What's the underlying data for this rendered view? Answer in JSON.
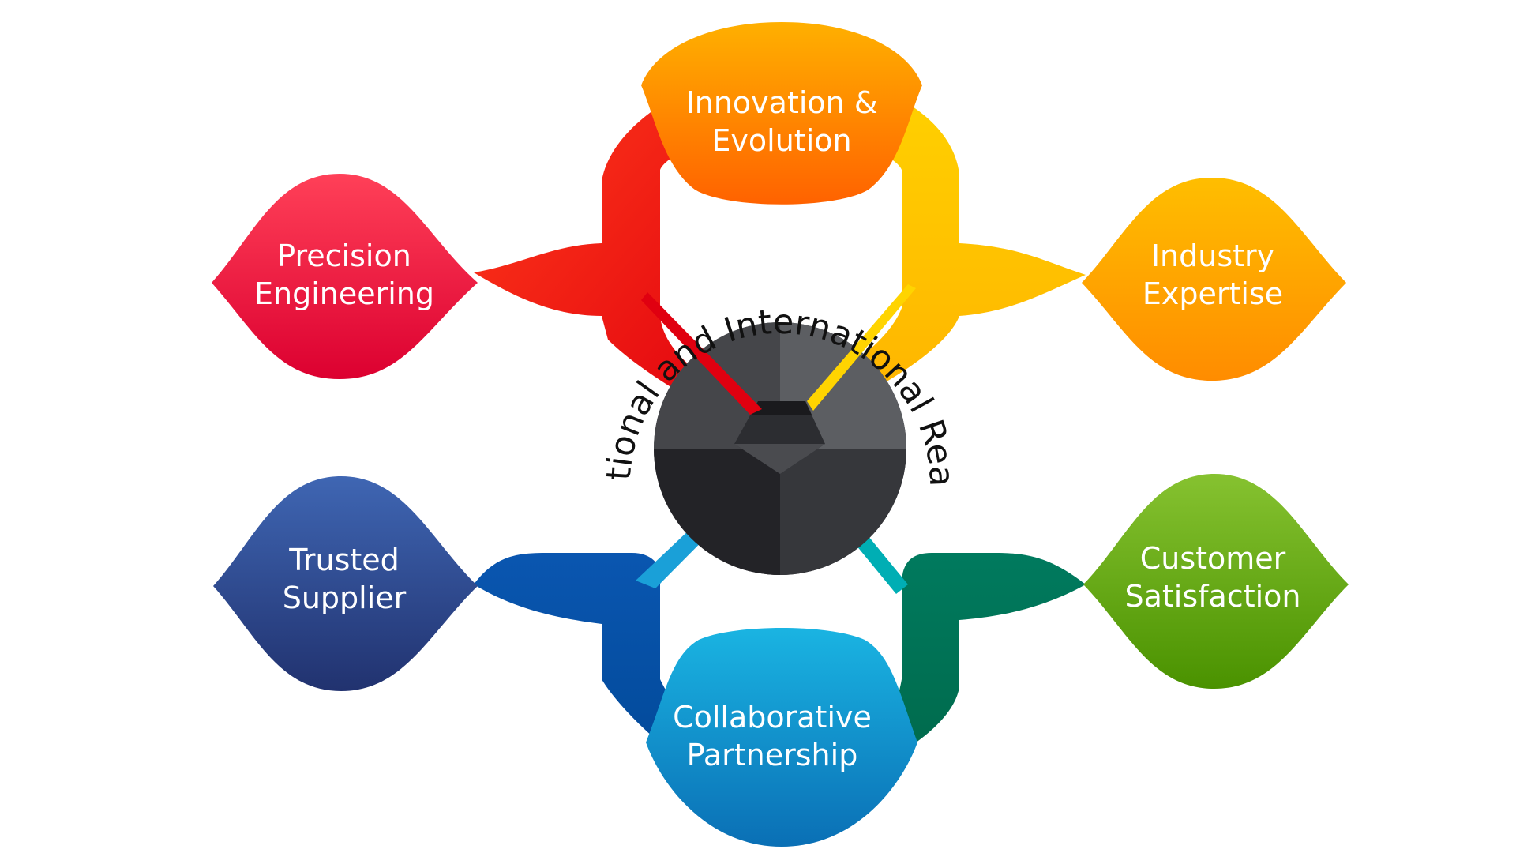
{
  "center": {
    "arc_text": "National and International Reach"
  },
  "nodes": [
    {
      "id": "precision",
      "lines": [
        "Precision",
        "Engineering"
      ],
      "color": "#e2143a",
      "light": "#ff4058"
    },
    {
      "id": "innovation",
      "lines": [
        "Innovation &",
        "Evolution"
      ],
      "color": "#ff6a00",
      "light": "#ffb000"
    },
    {
      "id": "industry",
      "lines": [
        "Industry",
        "Expertise"
      ],
      "color": "#ff9400",
      "light": "#ffbf00"
    },
    {
      "id": "trusted",
      "lines": [
        "Trusted",
        "Supplier"
      ],
      "color": "#243a7c",
      "light": "#3d63b0"
    },
    {
      "id": "collaborative",
      "lines": [
        "Collaborative",
        "Partnership"
      ],
      "color": "#0a78c0",
      "light": "#1ab2e0"
    },
    {
      "id": "customer",
      "lines": [
        "Customer",
        "Satisfaction"
      ],
      "color": "#4c9800",
      "light": "#82bf2c"
    }
  ],
  "connector_colors": {
    "red": "#f01c14",
    "yellow": "#ffc200",
    "blue": "#0550a6",
    "teal": "#007255"
  }
}
